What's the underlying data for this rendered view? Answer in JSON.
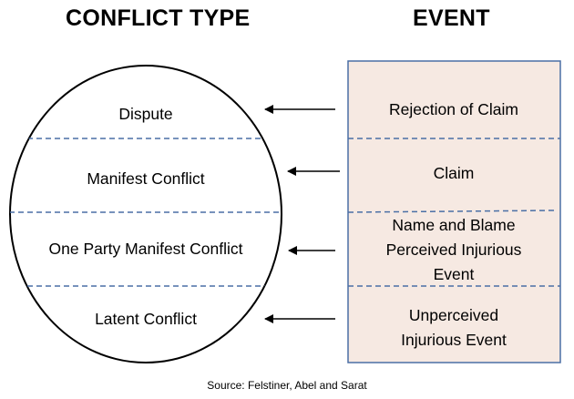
{
  "headings": {
    "conflict_type": "CONFLICT TYPE",
    "event": "EVENT"
  },
  "conflict_types": [
    "Dispute",
    "Manifest Conflict",
    "One Party Manifest Conflict",
    "Latent Conflict"
  ],
  "events": [
    "Rejection of Claim",
    "Claim",
    "Name and Blame\nPerceived Injurious\nEvent",
    "Unperceived\nInjurious Event"
  ],
  "source": "Source: Felstiner, Abel and Sarat",
  "colors": {
    "ellipse_stroke": "#000000",
    "divider": "#4a6fa5",
    "event_box_fill": "#f6e9e2",
    "event_box_stroke": "#4a6fa5",
    "arrow": "#000000"
  }
}
